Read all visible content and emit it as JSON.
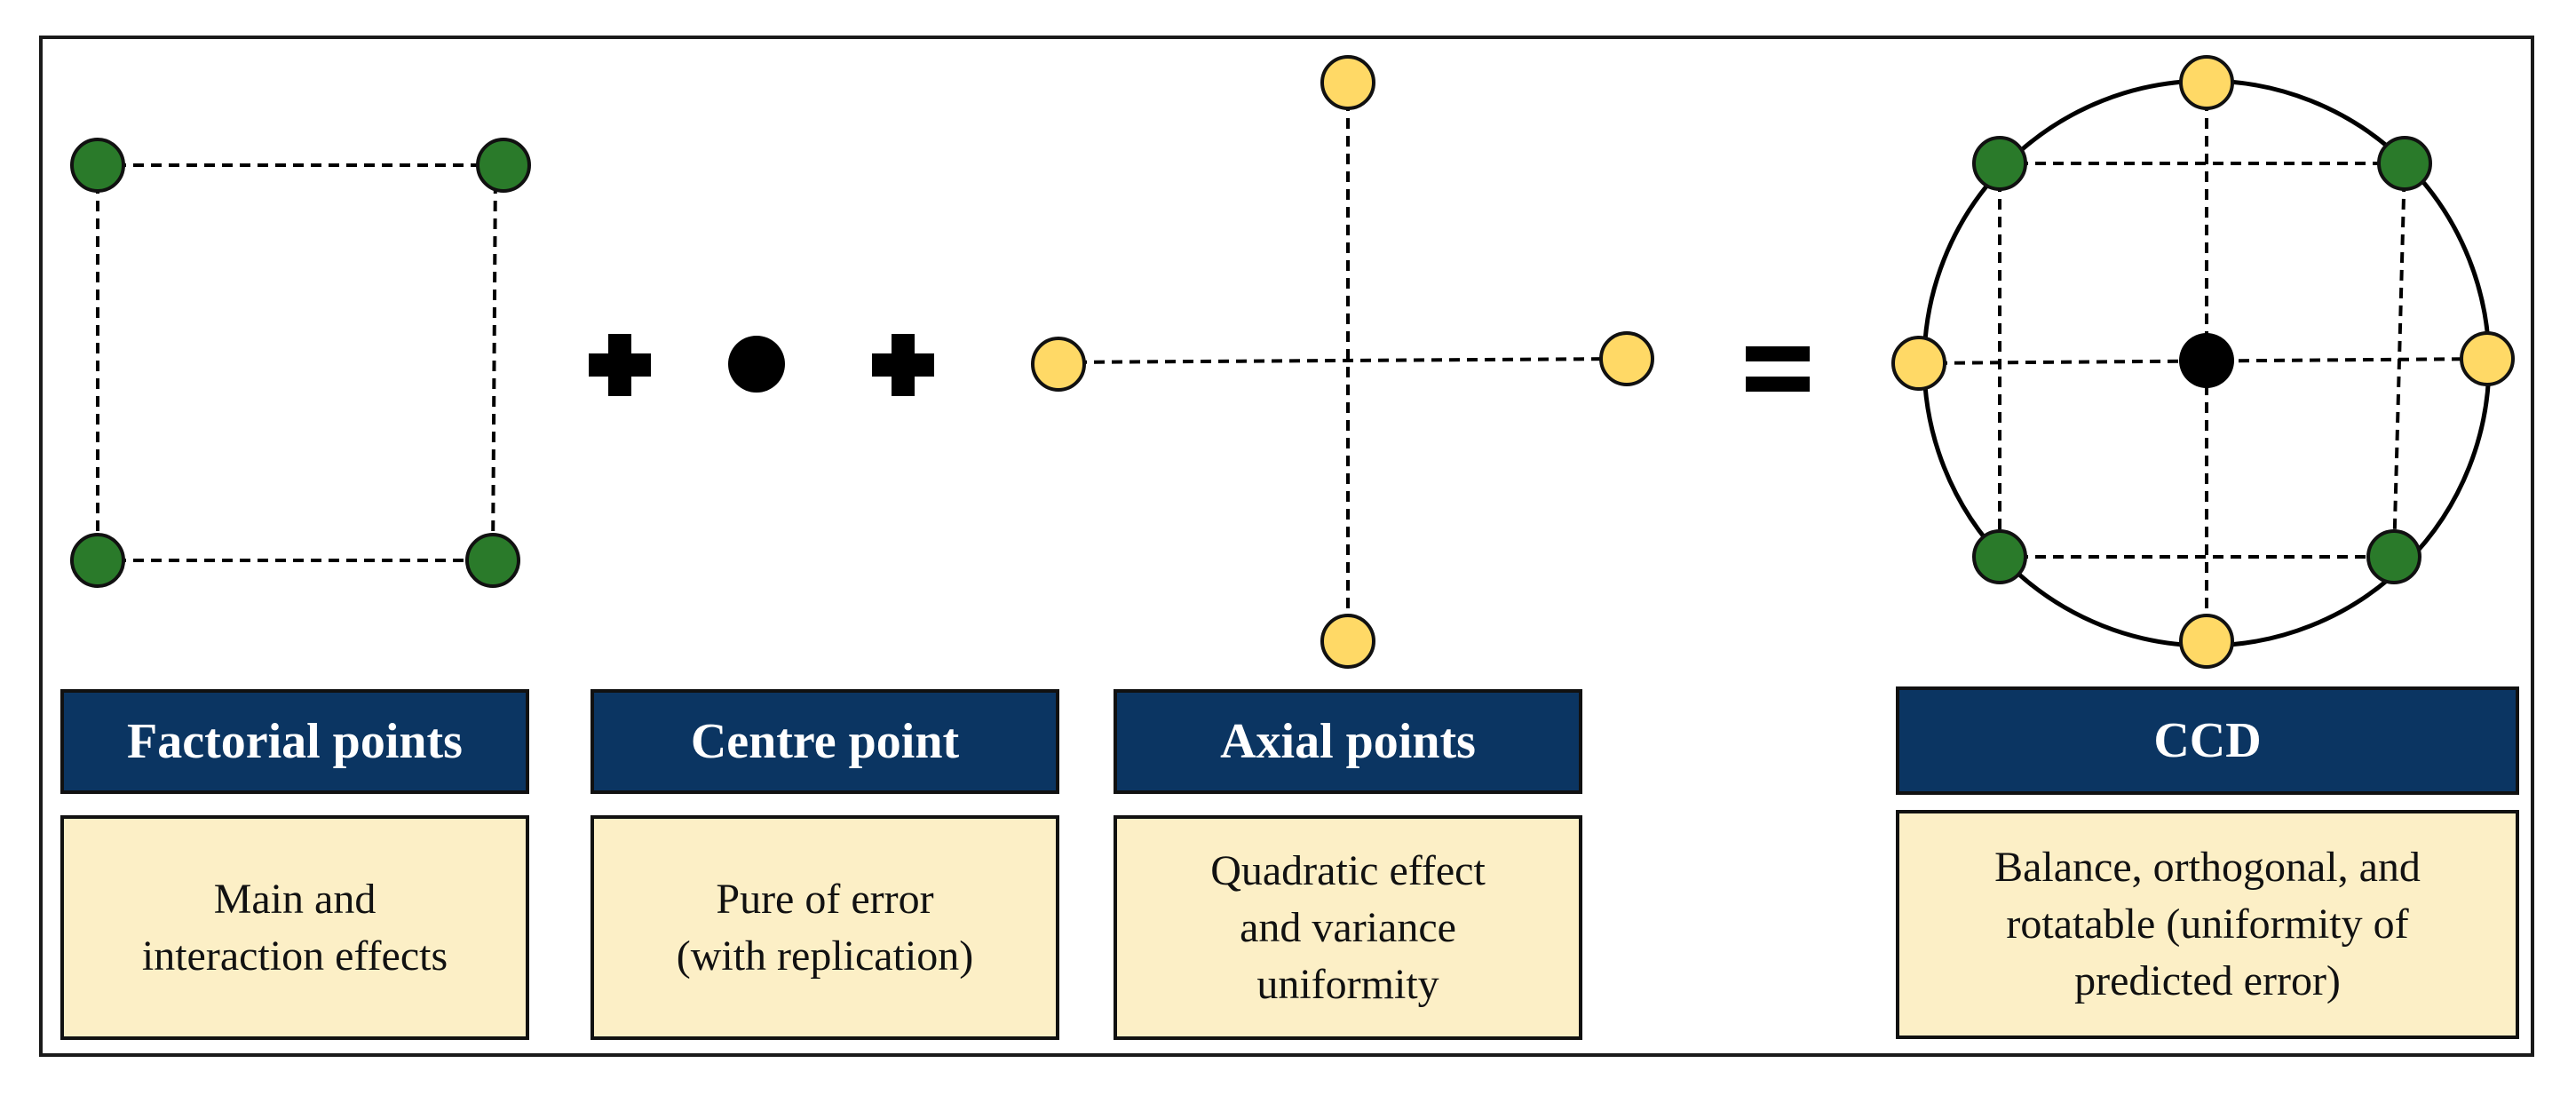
{
  "colors": {
    "factorial_point": "#2a7a2a",
    "axial_point": "#ffd966",
    "centre_point": "#000000",
    "label_background": "#0b3562",
    "label_text": "#ffffff",
    "description_background": "#fcefc6",
    "line": "#000000"
  },
  "operators": {
    "plus_1": "+",
    "plus_2": "+",
    "equals": "="
  },
  "components": [
    {
      "id": "factorial",
      "label": "Factorial points",
      "description": "Main and\ninteraction effects"
    },
    {
      "id": "centre",
      "label": "Centre point",
      "description": "Pure of error\n(with replication)"
    },
    {
      "id": "axial",
      "label": "Axial points",
      "description": "Quadratic effect\nand variance\nuniformity"
    },
    {
      "id": "ccd",
      "label": "CCD",
      "description": "Balance, orthogonal, and\nrotatable (uniformity of\npredicted error)"
    }
  ]
}
